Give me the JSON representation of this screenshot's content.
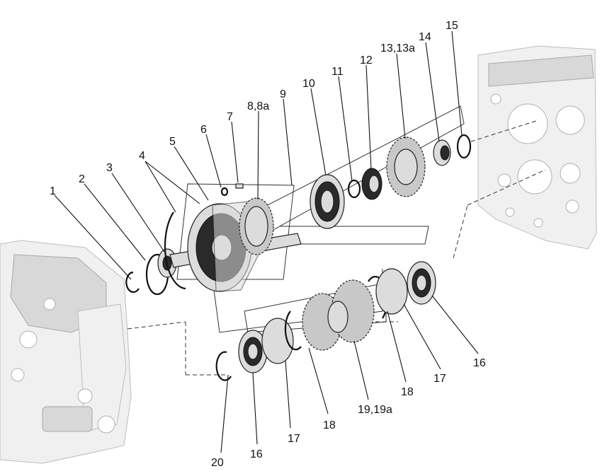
{
  "callouts": {
    "c1": "1",
    "c2": "2",
    "c3": "3",
    "c4": "4",
    "c5": "5",
    "c6": "6",
    "c7": "7",
    "c8": "8,8a",
    "c9": "9",
    "c10": "10",
    "c11": "11",
    "c12": "12",
    "c13": "13,13a",
    "c14": "14",
    "c15": "15",
    "c16a": "16",
    "c16b": "16",
    "c17a": "17",
    "c17b": "17",
    "c18a": "18",
    "c18b": "18",
    "c19": "19,19a",
    "c20": "20"
  }
}
